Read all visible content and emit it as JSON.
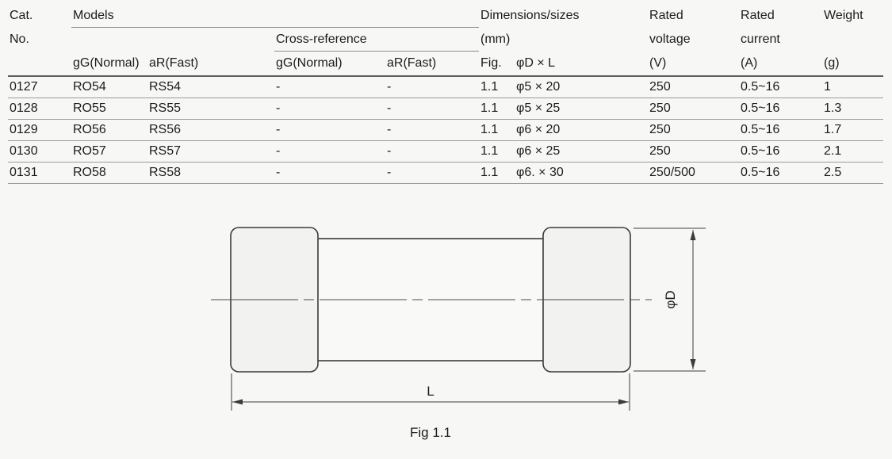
{
  "table": {
    "headers": {
      "cat_line1": "Cat.",
      "cat_line2": "No.",
      "models": "Models",
      "cross_reference": "Cross-reference",
      "gg_normal": "gG(Normal)",
      "ar_fast": "aR(Fast)",
      "cross_gg_normal": "gG(Normal)",
      "cross_ar_fast": "aR(Fast)",
      "dimensions_line1": "Dimensions/sizes",
      "dimensions_line2": "(mm)",
      "fig": "Fig.",
      "dia_x_l": "φD × L",
      "rated_voltage_line1": "Rated",
      "rated_voltage_line2": "voltage",
      "rated_voltage_unit": "(V)",
      "rated_current_line1": "Rated",
      "rated_current_line2": "current",
      "rated_current_unit": "(A)",
      "weight": "Weight",
      "weight_unit": "(g)"
    },
    "rows": [
      {
        "cat_no": "0127",
        "model_gg": "RO54",
        "model_ar": "RS54",
        "cross_gg": "-",
        "cross_ar": "-",
        "fig": "1.1",
        "dia_x_l": "φ5 × 20",
        "rated_voltage": "250",
        "rated_current": "0.5~16",
        "weight": "1"
      },
      {
        "cat_no": "0128",
        "model_gg": "RO55",
        "model_ar": "RS55",
        "cross_gg": "-",
        "cross_ar": "-",
        "fig": "1.1",
        "dia_x_l": "φ5 × 25",
        "rated_voltage": "250",
        "rated_current": "0.5~16",
        "weight": "1.3"
      },
      {
        "cat_no": "0129",
        "model_gg": "RO56",
        "model_ar": "RS56",
        "cross_gg": "-",
        "cross_ar": "-",
        "fig": "1.1",
        "dia_x_l": "φ6 × 20",
        "rated_voltage": "250",
        "rated_current": "0.5~16",
        "weight": "1.7"
      },
      {
        "cat_no": "0130",
        "model_gg": "RO57",
        "model_ar": "RS57",
        "cross_gg": "-",
        "cross_ar": "-",
        "fig": "1.1",
        "dia_x_l": "φ6 × 25",
        "rated_voltage": "250",
        "rated_current": "0.5~16",
        "weight": "2.1"
      },
      {
        "cat_no": "0131",
        "model_gg": "RO58",
        "model_ar": "RS58",
        "cross_gg": "-",
        "cross_ar": "-",
        "fig": "1.1",
        "dia_x_l": "φ6. × 30",
        "rated_voltage": "250/500",
        "rated_current": "0.5~16",
        "weight": "2.5"
      }
    ]
  },
  "figure": {
    "caption": "Fig 1.1",
    "diameter_label": "φD",
    "length_label": "L"
  },
  "colors": {
    "page_bg": "#f7f7f6",
    "text": "#1c1c1c",
    "rule": "#9c9c9c"
  }
}
